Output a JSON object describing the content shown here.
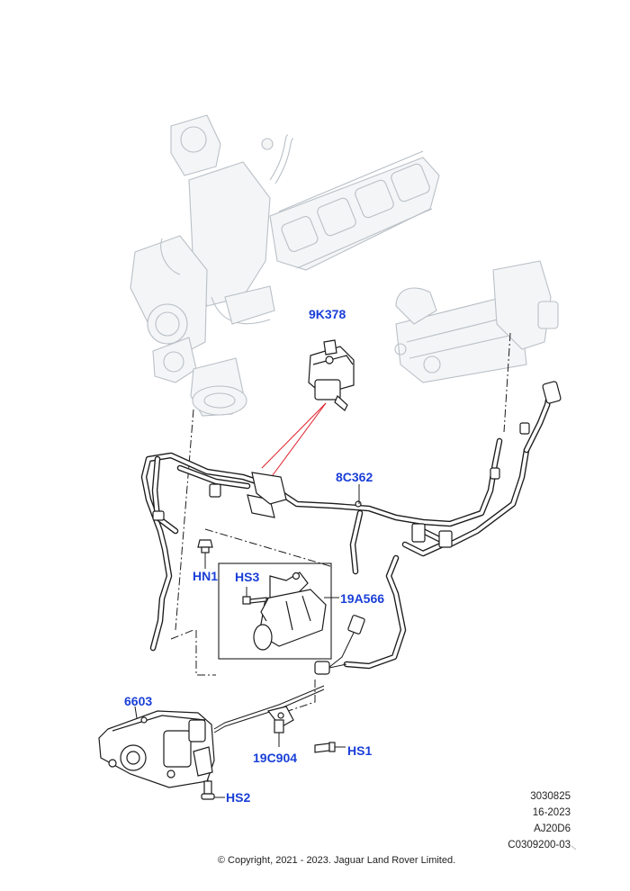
{
  "callouts": {
    "k9k378": "9K378",
    "c8c362": "8C362",
    "hn1": "HN1",
    "hs3": "HS3",
    "a19a566": "19A566",
    "p6603": "6603",
    "c19c904": "19C904",
    "hs1": "HS1",
    "hs2": "HS2"
  },
  "reference_codes": [
    "3030825",
    "16-2023",
    "AJ20D6",
    "C0309200-03"
  ],
  "copyright": "© Copyright, 2021 - 2023. Jaguar Land Rover Limited.",
  "colors": {
    "callout": "#1a3fd8",
    "leader_red": "#e0202a",
    "line": "#1c1c1c",
    "ghost": "#b9c0c7"
  }
}
